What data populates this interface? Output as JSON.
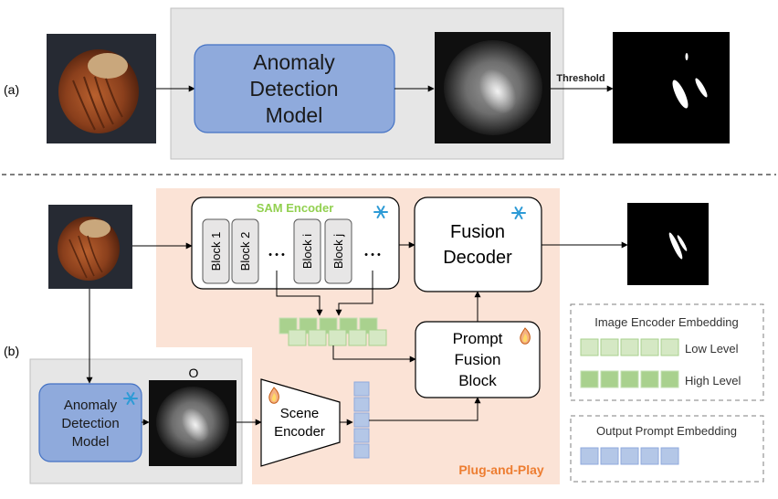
{
  "part_a": {
    "label": "(a)",
    "model_label": [
      "Anomaly",
      "Detection",
      "Model"
    ],
    "threshold_label": "Threshold"
  },
  "part_b": {
    "label": "(b)",
    "sam_encoder_title": "SAM Encoder",
    "blocks": [
      "Block 1",
      "Block 2",
      "Block i",
      "Block j"
    ],
    "ellipsis": "• • •",
    "fusion_decoder": [
      "Fusion",
      "Decoder"
    ],
    "prompt_fusion": [
      "Prompt",
      "Fusion",
      "Block"
    ],
    "scene_encoder": [
      "Scene",
      "Encoder"
    ],
    "anomaly_model": [
      "Anomaly",
      "Detection",
      "Model"
    ],
    "map_label": "O",
    "plug_and_play": "Plug-and-Play"
  },
  "legend": {
    "image_encoder_title": "Image Encoder Embedding",
    "low_level": "Low Level",
    "high_level": "High Level",
    "output_prompt_title": "Output Prompt Embedding"
  },
  "colors": {
    "gray_panel": "#e6e6e6",
    "peach_panel": "#fbe3d6",
    "blue_model": "#8faadc",
    "green_title": "#92d050",
    "orange_text": "#ed7d31",
    "light_green": "#c5e0b4",
    "mid_green": "#a9d18e",
    "light_blue": "#b4c7e7"
  }
}
